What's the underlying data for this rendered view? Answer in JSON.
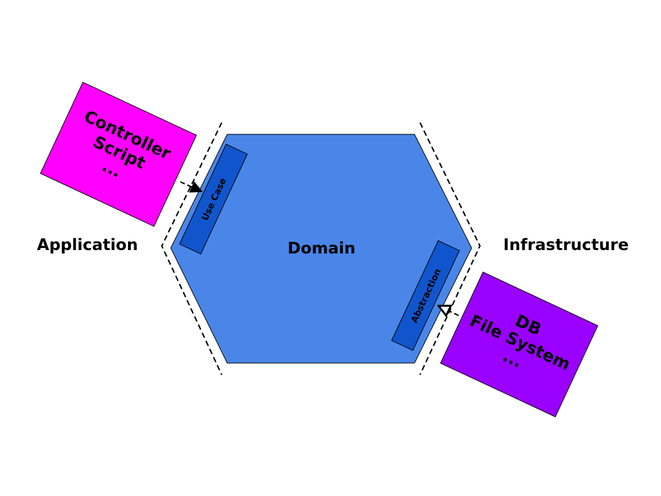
{
  "layers": {
    "domain": "Domain",
    "application": "Application",
    "infrastructure": "Infrastructure"
  },
  "ports": {
    "use_case": "Use Case",
    "abstraction": "Abstraction"
  },
  "boxes": {
    "left": {
      "lines": [
        "Controller",
        "Script",
        "..."
      ]
    },
    "right": {
      "lines": [
        "DB",
        "File System",
        "..."
      ]
    }
  },
  "colors": {
    "hexagon": "#4a86e8",
    "port": "#1155cc",
    "left_box": "#ff00ff",
    "right_box": "#9900ff",
    "outline": "#000000"
  }
}
